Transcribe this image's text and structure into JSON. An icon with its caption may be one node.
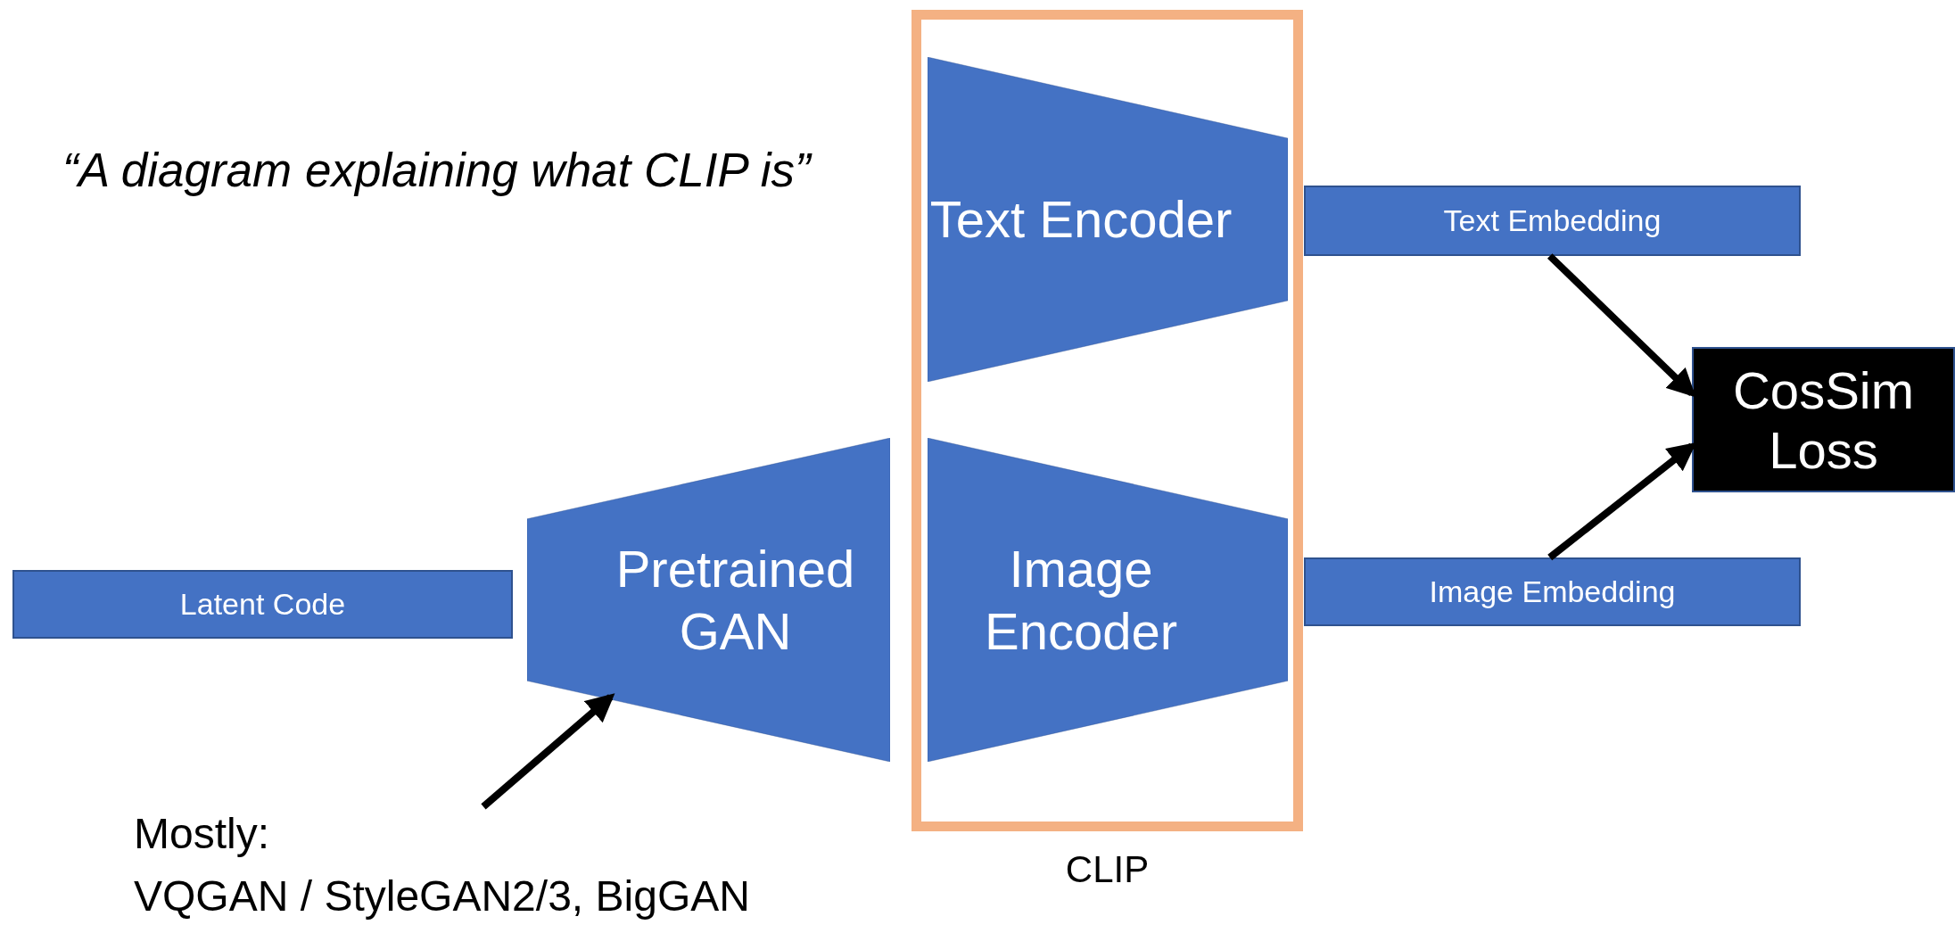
{
  "diagram": {
    "nodes": [
      {
        "text": [
          "Latent Code"
        ]
      },
      {
        "text": [
          "Pretrained GAN"
        ]
      },
      {
        "text": [
          "CLIP"
        ]
      },
      {
        "text": [
          "Text Encoder"
        ],
        "in": 2
      },
      {
        "text": [
          "Image Encoder"
        ],
        "in": 2
      },
      {
        "text": [
          "Text Embedding"
        ]
      },
      {
        "text": [
          "Image Embedding"
        ]
      },
      {
        "text": [
          "CosSim Loss"
        ]
      },
      {
        "text": [
          "Mostly:",
          "VQGAN / StyleGAN2/3, BigGAN"
        ]
      }
    ],
    "edges": [
      {
        "from": 8,
        "to": 1,
        "arrow": "to"
      },
      {
        "from": 5,
        "to": 7,
        "arrow": "to"
      },
      {
        "from": 6,
        "to": 7,
        "arrow": "to"
      }
    ],
    "labels": [
      "“A diagram explaining what CLIP is”"
    ]
  }
}
